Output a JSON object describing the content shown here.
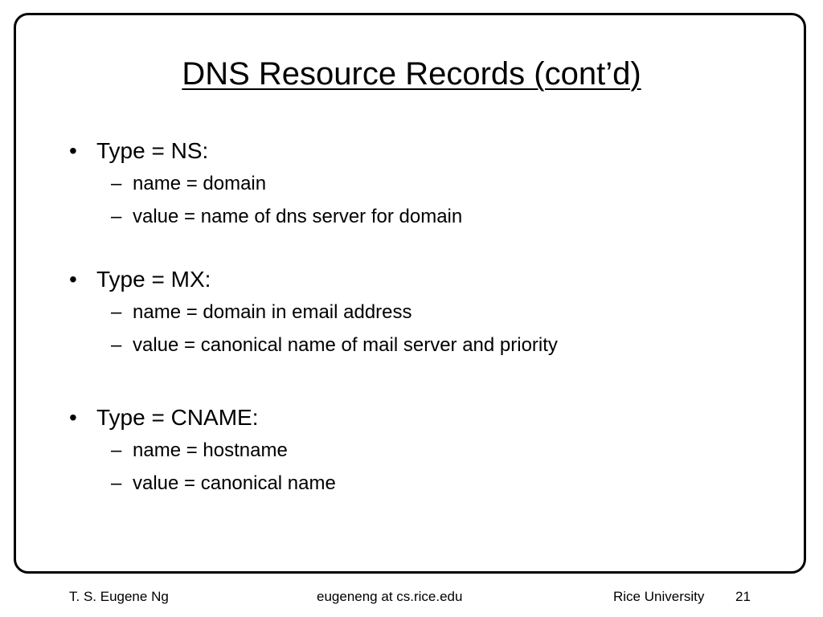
{
  "slide": {
    "title": "DNS Resource Records (cont’d)",
    "sections": [
      {
        "heading": "Type = NS:",
        "items": [
          "name = domain",
          "value = name of dns server for domain"
        ]
      },
      {
        "heading": "Type = MX:",
        "items": [
          "name = domain in email address",
          "value = canonical name of mail server and priority"
        ]
      },
      {
        "heading": "Type = CNAME:",
        "items": [
          "name = hostname",
          "value = canonical name"
        ]
      }
    ],
    "bullet_glyph": "•",
    "dash_glyph": "–"
  },
  "footer": {
    "author": "T. S. Eugene Ng",
    "email": "eugeneng at cs.rice.edu",
    "institution": "Rice University",
    "page_number": "21"
  }
}
